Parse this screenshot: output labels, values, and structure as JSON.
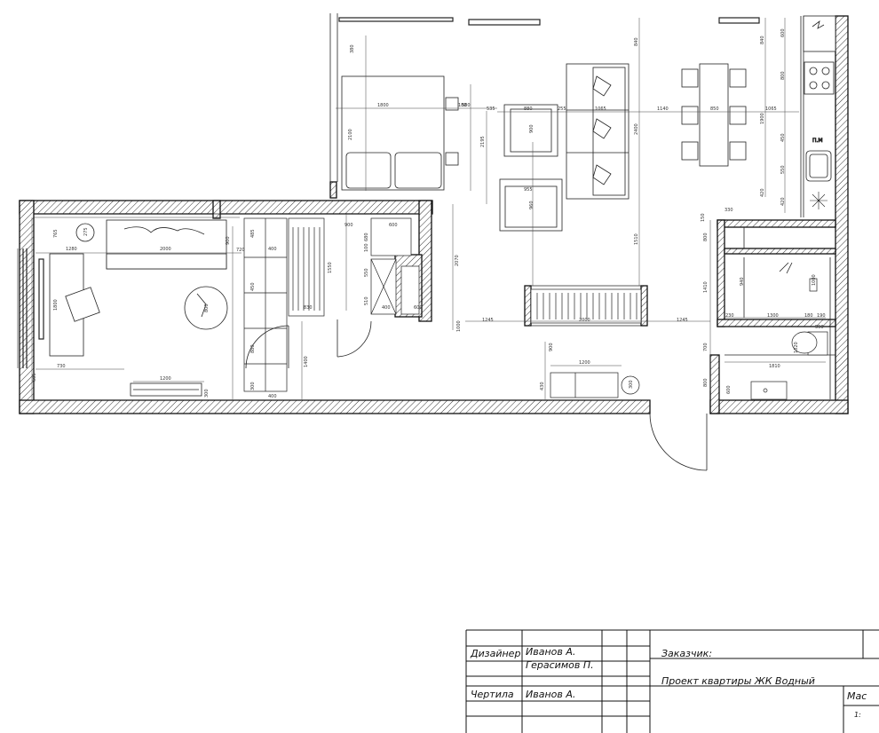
{
  "plan": {
    "room_labels": {
      "kitchen_sink_cabinet": "П.М"
    },
    "dimensions": {
      "bed_width": "1800",
      "bed_length": "2100",
      "bed_gap": "180",
      "bed_depth": "2195",
      "bed_top": "380",
      "nightstand": "580",
      "chair_gap": "535",
      "chair_width": "880",
      "chair_right": "255",
      "chair_depth": "900",
      "armchair_width": "955",
      "armchair_depth": "960",
      "sofa_gap_top": "840",
      "sofa_width": "1065",
      "sofa_length": "2400",
      "sofa_bottom": "1510",
      "table_gap_left": "1140",
      "table_width": "850",
      "table_depth": "1065",
      "table_length": "1900",
      "table_right_top": "840",
      "table_right": "420",
      "kitchen_top": "600",
      "kitchen_hob": "800",
      "kitchen_mid": "450",
      "kitchen_sink": "550",
      "kitchen_bottom": "420",
      "corr_top_left": "330",
      "corr_h1": "150",
      "corr_h2": "800",
      "corr_h3": "1410",
      "corr_w": "230",
      "corr_h4": "940",
      "bath_w": "1300",
      "bath_h": "1000",
      "bath_w2": "180",
      "bath_w3": "190",
      "bath_wc": "590",
      "bath_wc_h": "1020",
      "bath_basin": "1810",
      "bath_bottom": "600",
      "entry_700": "700",
      "entry_800": "800",
      "bench_left": "1245",
      "bench_width": "2000",
      "bench_right": "1245",
      "bench_depth": "900",
      "sofa2_width": "1200",
      "sofa2_depth": "430",
      "sofa2_round": "300",
      "ward_h": "830",
      "ward_h2": "1550",
      "ward_w": "900",
      "ward_w2": "600",
      "ward_side": "680",
      "ward_side2": "100",
      "ward_side3": "550",
      "ward_side4": "510",
      "ward_bottom": "400",
      "hall_depth": "2070",
      "hall_w": "1000",
      "ward_600": "600",
      "door_h": "1400",
      "door_880": "880",
      "room_765": "765",
      "room_275": "275",
      "room_sofa": "2000",
      "room_900": "900",
      "room_720": "720",
      "room_desk_left": "1280",
      "room_desk": "1800",
      "room_round": "800",
      "room_730": "730",
      "room_605": "605",
      "room_tv": "1200",
      "room_tv_h": "300",
      "shelf_485": "485",
      "shelf_400": "400",
      "shelf_450": "450",
      "shelf_300": "300",
      "shelf_400b": "400"
    }
  },
  "title_block": {
    "designer_label": "Дизайнер",
    "designer_1": "Иванов А.",
    "designer_2": "Герасимов П.",
    "drafter_label": "Чертила",
    "drafter": "Иванов А.",
    "client_label": "Заказчик:",
    "project": "Проект квартиры ЖК Водный",
    "scale_label": "Мас",
    "scale_value": "1:"
  }
}
